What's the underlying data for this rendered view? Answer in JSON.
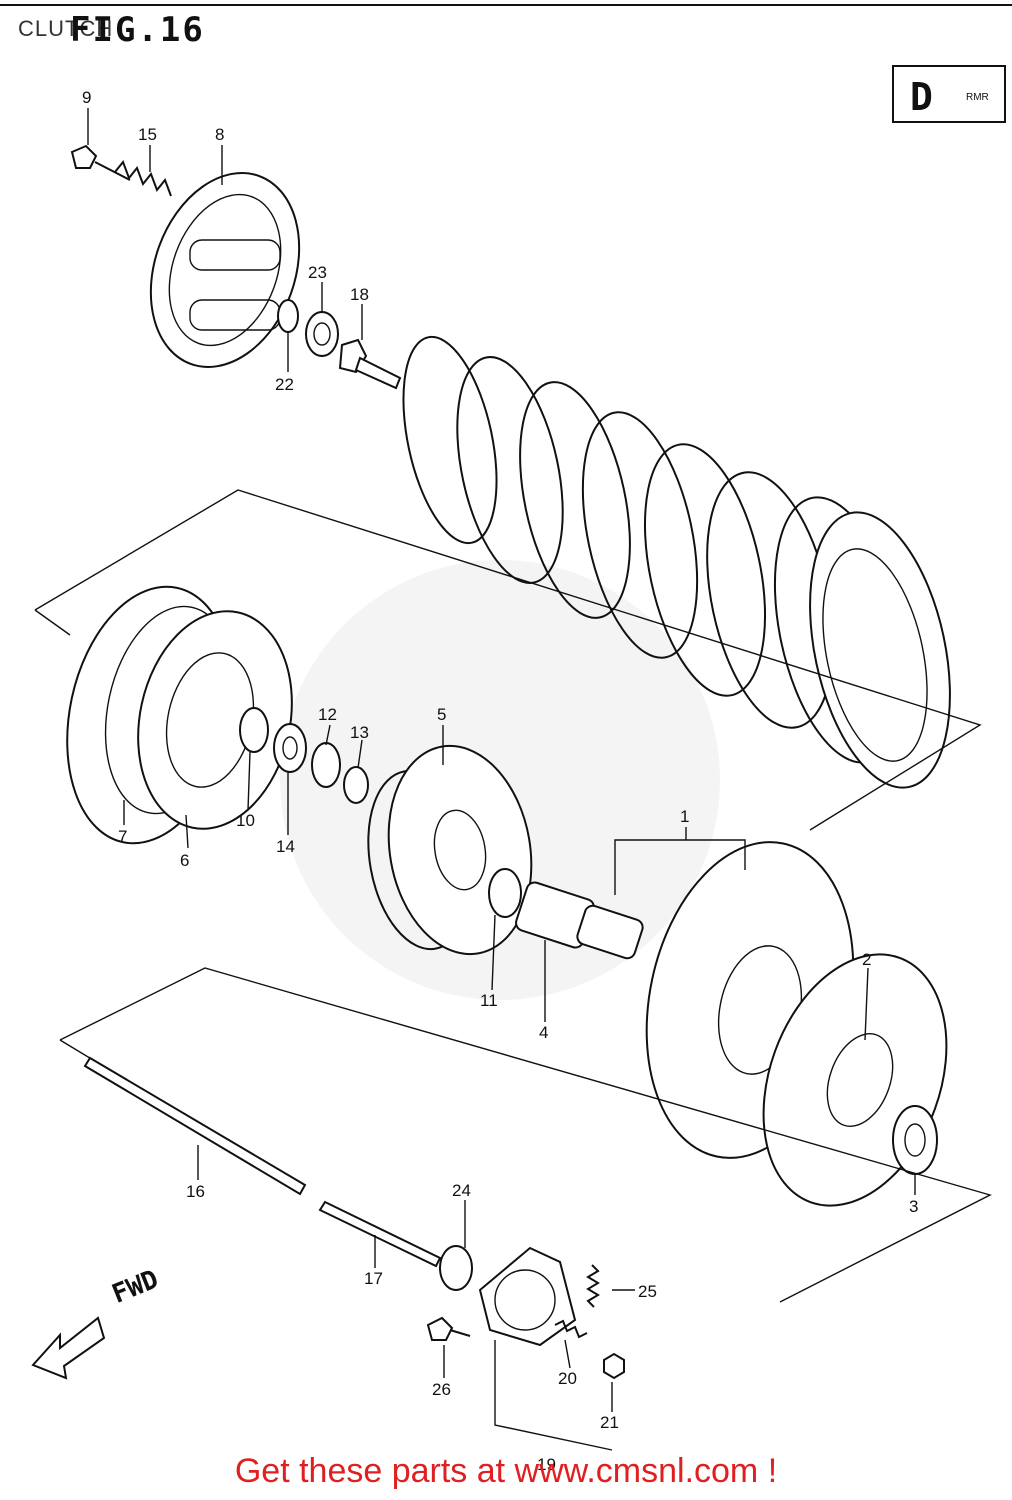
{
  "header": {
    "caption": "CLUTCH",
    "figure_title": "FIG.16",
    "section_badge": "D",
    "section_badge_small": "RMR"
  },
  "direction": {
    "label": "FWD"
  },
  "callouts": [
    "9",
    "15",
    "8",
    "23",
    "18",
    "22",
    "12",
    "13",
    "5",
    "7",
    "10",
    "14",
    "6",
    "1",
    "11",
    "4",
    "2",
    "3",
    "16",
    "24",
    "17",
    "25",
    "26",
    "20",
    "21",
    "19"
  ],
  "footer": {
    "link_text": "Get these parts at www.cmsnl.com !"
  },
  "colors": {
    "ink": "#111111",
    "footer": "#e02020"
  }
}
